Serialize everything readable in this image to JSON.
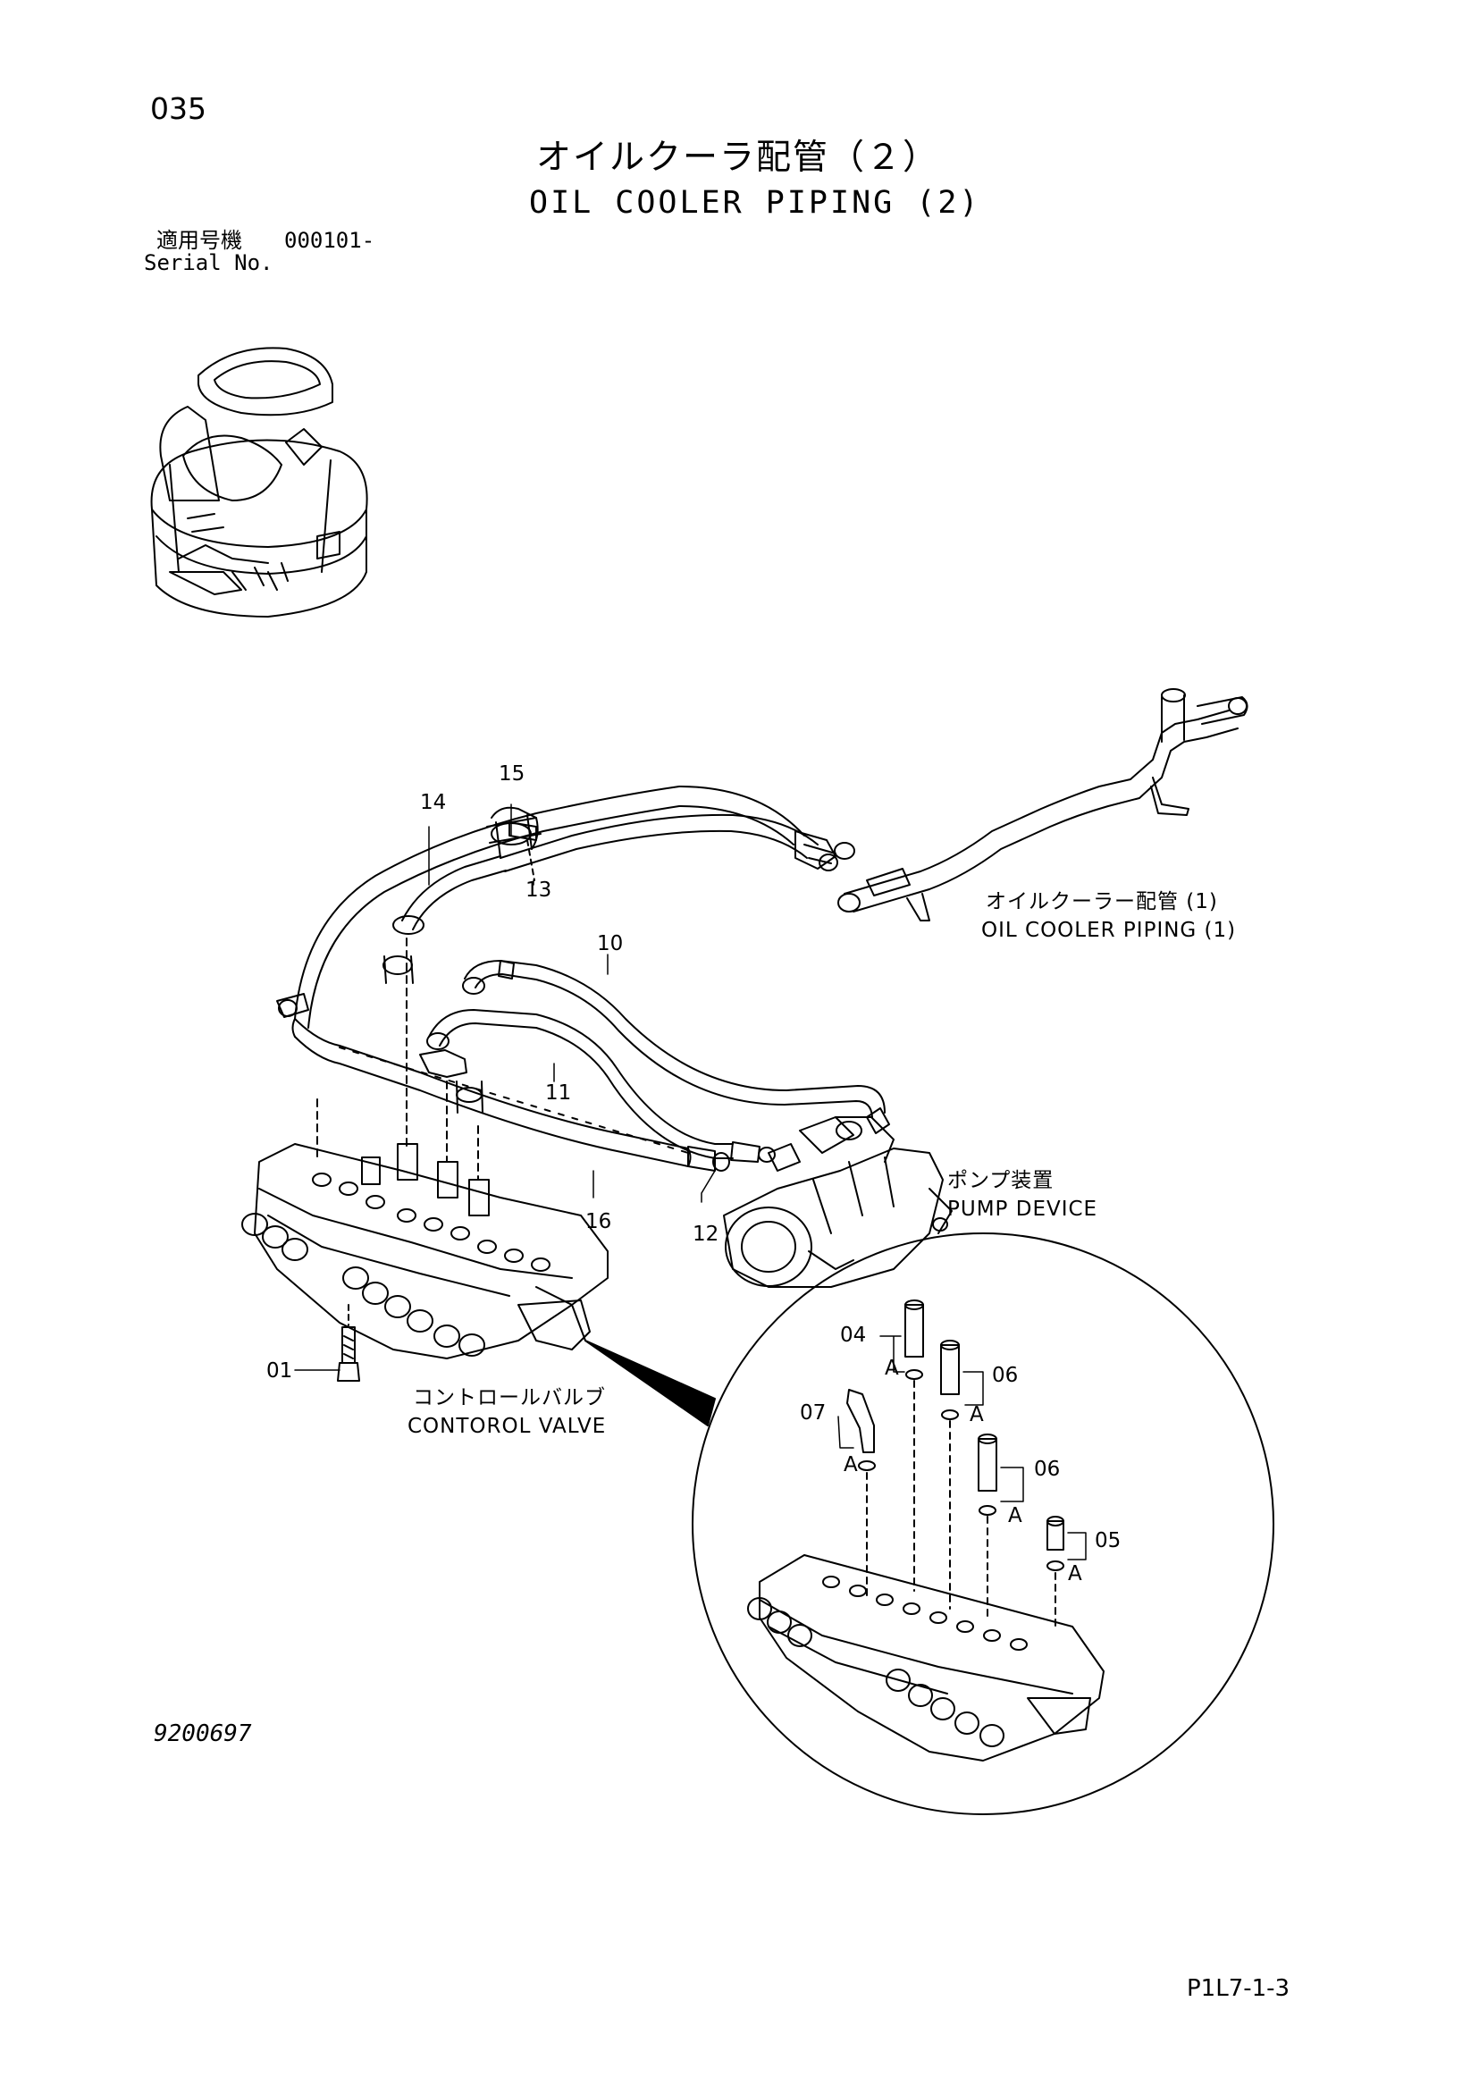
{
  "page_number": "035",
  "title_jp": "オイルクーラ配管（２）",
  "title_en": "OIL COOLER PIPING (2)",
  "serial": {
    "label_jp": "適用号機",
    "value": "000101-",
    "label_en": "Serial No."
  },
  "callouts": [
    "15",
    "14",
    "13",
    "10",
    "11",
    "16",
    "12",
    "01",
    "04",
    "06",
    "07",
    "06",
    "05"
  ],
  "datum_marks": [
    "A",
    "A",
    "A",
    "A",
    "A"
  ],
  "labels": {
    "oil_cooler_jp": "オイルクーラー配管 (1)",
    "oil_cooler_en": "OIL COOLER PIPING (1)",
    "pump_jp": "ポンプ装置",
    "pump_en": "PUMP DEVICE",
    "valve_jp": "コントロールバルブ",
    "valve_en": "CONTOROL VALVE"
  },
  "doc_number": "9200697",
  "page_ref": "P1L7-1-3"
}
